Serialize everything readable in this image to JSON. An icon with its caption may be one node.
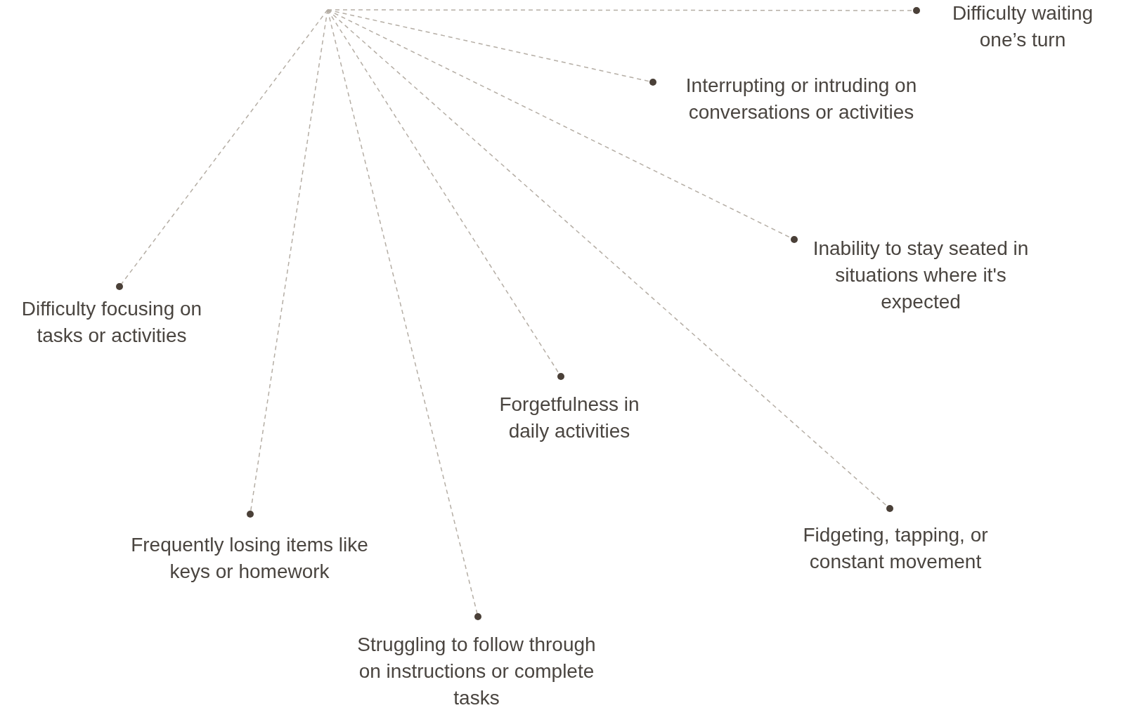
{
  "diagram": {
    "nodes": [
      {
        "text": [
          "Difficulty waiting one’s turn"
        ]
      },
      {
        "text": [
          "Interrupting or intruding on conversations or activities"
        ]
      },
      {
        "text": [
          "Inability to stay seated in situations where it's expected"
        ]
      },
      {
        "text": [
          "Difficulty focusing on tasks or activities"
        ]
      },
      {
        "text": [
          "Forgetfulness in daily activities"
        ]
      },
      {
        "text": [
          "Fidgeting, tapping, or constant movement"
        ]
      },
      {
        "text": [
          "Frequently losing items like keys or homework"
        ]
      },
      {
        "text": [
          "Struggling to follow through on instructions or complete tasks"
        ]
      }
    ],
    "edges": [
      {
        "from": null,
        "to": 0,
        "arrow": "none",
        "style": "dashed"
      },
      {
        "from": null,
        "to": 1,
        "arrow": "none",
        "style": "dashed"
      },
      {
        "from": null,
        "to": 2,
        "arrow": "none",
        "style": "dashed"
      },
      {
        "from": null,
        "to": 3,
        "arrow": "none",
        "style": "dashed"
      },
      {
        "from": null,
        "to": 4,
        "arrow": "none",
        "style": "dashed"
      },
      {
        "from": null,
        "to": 5,
        "arrow": "none",
        "style": "dashed"
      },
      {
        "from": null,
        "to": 6,
        "arrow": "none",
        "style": "dashed"
      },
      {
        "from": null,
        "to": 7,
        "arrow": "none",
        "style": "dashed"
      }
    ]
  }
}
